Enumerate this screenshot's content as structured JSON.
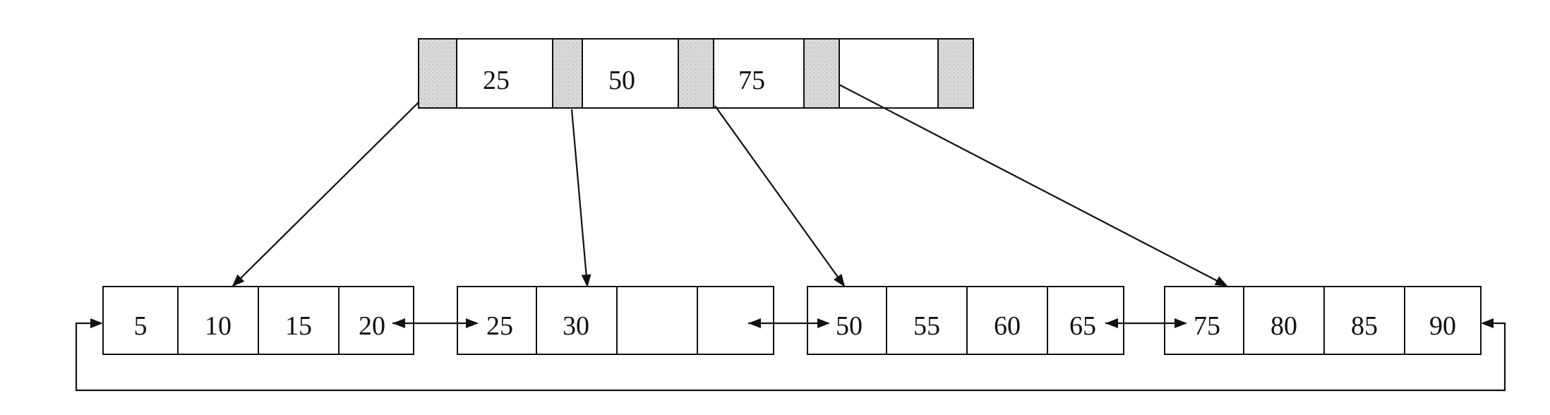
{
  "root": {
    "keys": [
      "25",
      "50",
      "75",
      ""
    ]
  },
  "leaves": [
    {
      "keys": [
        "5",
        "10",
        "15",
        "20"
      ]
    },
    {
      "keys": [
        "25",
        "30",
        "",
        ""
      ]
    },
    {
      "keys": [
        "50",
        "55",
        "60",
        "65"
      ]
    },
    {
      "keys": [
        "75",
        "80",
        "85",
        "90"
      ]
    }
  ],
  "colors": {
    "stroke": "#111111",
    "pointer_fill": "#d9d9d9",
    "cell_fill": "#ffffff"
  }
}
